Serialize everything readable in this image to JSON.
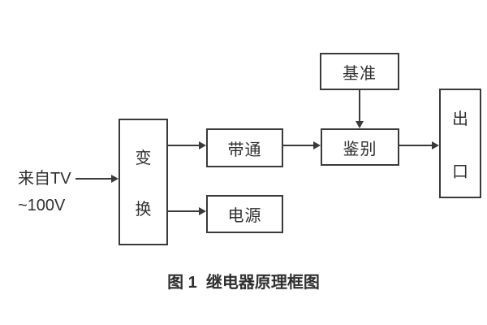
{
  "figure": {
    "caption": "图 1  继电器原理框图",
    "input": {
      "line1": "来自TV",
      "line2": "~100V"
    },
    "blocks": {
      "transform": {
        "chars": [
          "变",
          "换"
        ]
      },
      "bandpass": {
        "label": "带通"
      },
      "power": {
        "label": "电源"
      },
      "reference": {
        "label": "基准"
      },
      "discriminator": {
        "label": "鉴别"
      },
      "outlet": {
        "chars": [
          "出",
          "口"
        ]
      }
    },
    "connections": [
      {
        "from": "input",
        "to": "transform",
        "direction": "right"
      },
      {
        "from": "transform",
        "to": "bandpass",
        "direction": "right"
      },
      {
        "from": "transform",
        "to": "power",
        "direction": "right"
      },
      {
        "from": "bandpass",
        "to": "discriminator",
        "direction": "right"
      },
      {
        "from": "reference",
        "to": "discriminator",
        "direction": "down"
      },
      {
        "from": "discriminator",
        "to": "outlet",
        "direction": "right"
      }
    ]
  },
  "colors": {
    "line": "#3a3a3a",
    "text": "#2f2f2f",
    "background": "#ffffff"
  }
}
